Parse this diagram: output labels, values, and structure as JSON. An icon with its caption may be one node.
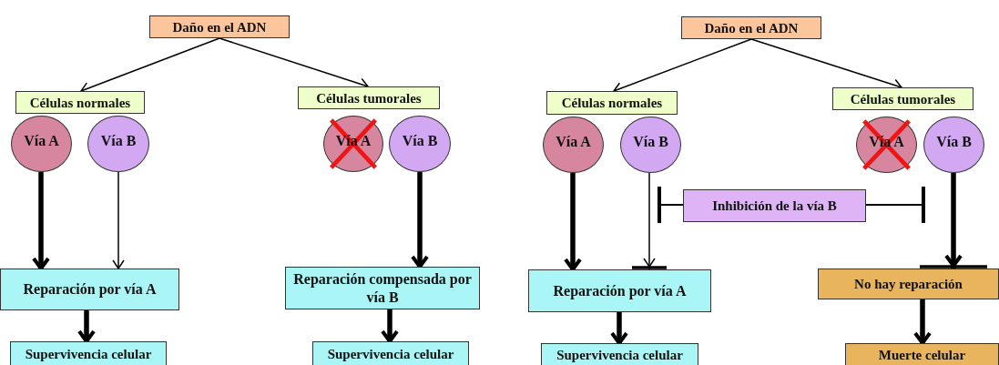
{
  "diagram": {
    "nodes": [
      {
        "text": [
          "Daño en el ADN"
        ]
      },
      {
        "text": [
          "Células normales"
        ]
      },
      {
        "text": [
          "Células tumorales"
        ]
      },
      {
        "text": [
          "Vía A"
        ]
      },
      {
        "text": [
          "Vía B"
        ]
      },
      {
        "text": [
          "Vía A"
        ]
      },
      {
        "text": [
          "Vía B"
        ]
      },
      {
        "text": [
          "Reparación por vía A"
        ]
      },
      {
        "text": [
          "Reparación compensada por vía B"
        ]
      },
      {
        "text": [
          "Supervivencia celular"
        ]
      },
      {
        "text": [
          "Supervivencia celular"
        ]
      },
      {
        "text": [
          "Daño en el ADN"
        ]
      },
      {
        "text": [
          "Células normales"
        ]
      },
      {
        "text": [
          "Células tumorales"
        ]
      },
      {
        "text": [
          "Vía A"
        ]
      },
      {
        "text": [
          "Vía B"
        ]
      },
      {
        "text": [
          "Vía A"
        ]
      },
      {
        "text": [
          "Vía B"
        ]
      },
      {
        "text": [
          "Inhibición de la vía B"
        ]
      },
      {
        "text": [
          "Reparación por vía A"
        ]
      },
      {
        "text": [
          "No hay reparación"
        ]
      },
      {
        "text": [
          "Supervivencia celular"
        ]
      },
      {
        "text": [
          "Muerte celular"
        ]
      }
    ],
    "edges": [
      {
        "from": 0,
        "to": 1,
        "arrow": "to"
      },
      {
        "from": 0,
        "to": 2,
        "arrow": "to"
      },
      {
        "from": 3,
        "to": 7,
        "arrow": "to",
        "style": "thick"
      },
      {
        "from": 4,
        "to": 7,
        "arrow": "to"
      },
      {
        "from": 6,
        "to": 8,
        "arrow": "to",
        "style": "thick"
      },
      {
        "from": 7,
        "to": 9,
        "arrow": "to",
        "style": "thick"
      },
      {
        "from": 8,
        "to": 10,
        "arrow": "to",
        "style": "thick"
      },
      {
        "from": 11,
        "to": 12,
        "arrow": "to"
      },
      {
        "from": 11,
        "to": 13,
        "arrow": "to"
      },
      {
        "from": 14,
        "to": 19,
        "arrow": "to",
        "style": "thick"
      },
      {
        "from": 15,
        "to": 19,
        "arrow": "to"
      },
      {
        "from": 18,
        "to": null,
        "arrow": "other"
      },
      {
        "from": 18,
        "to": null,
        "arrow": "other"
      },
      {
        "from": 17,
        "to": 20,
        "arrow": "to",
        "style": "thick"
      },
      {
        "from": 19,
        "to": 21,
        "arrow": "to",
        "style": "thick"
      },
      {
        "from": 20,
        "to": 22,
        "arrow": "to",
        "style": "thick"
      }
    ]
  }
}
